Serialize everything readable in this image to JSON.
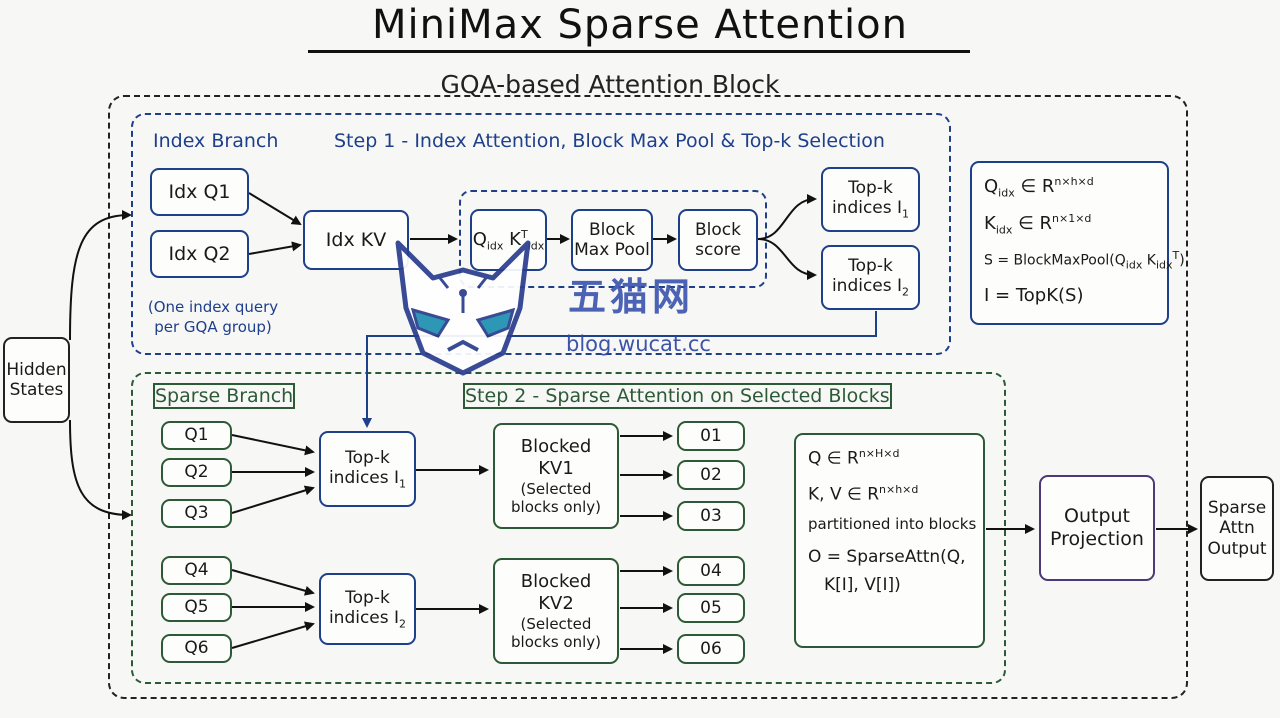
{
  "title": "MiniMax Sparse Attention",
  "block_label": "GQA-based Attention Block",
  "hidden_states": {
    "line1": "Hidden",
    "line2": "States"
  },
  "index_branch": {
    "label": "Index Branch",
    "step_label": "Step 1 - Index Attention, Block Max Pool & Top-k Selection",
    "idx_q1": "Idx Q1",
    "idx_q2": "Idx Q2",
    "idx_kv": "Idx KV",
    "note_line1": "(One index query",
    "note_line2": "per GQA group)",
    "qk": {
      "q": "Q",
      "q_sub": "idx",
      "k": "K",
      "k_sup": "T",
      "k_sub": "idx"
    },
    "block_max_pool": {
      "line1": "Block",
      "line2": "Max Pool"
    },
    "block_score": {
      "line1": "Block",
      "line2": "score"
    },
    "topk_1": {
      "line1": "Top-k",
      "line2": "indices I",
      "sub": "1"
    },
    "topk_2": {
      "line1": "Top-k",
      "line2": "indices I",
      "sub": "2"
    }
  },
  "index_formulas": {
    "q_line": {
      "sym": "Q",
      "sub": "idx",
      "rel": " ∈ R",
      "sup": "n×h×d"
    },
    "k_line": {
      "sym": "K",
      "sub": "idx",
      "rel": " ∈ R",
      "sup": "n×1×d"
    },
    "s_line": {
      "pre": "S = BlockMaxPool(Q",
      "sub1": "idx",
      "mid": " K",
      "sub2": "idx",
      "sup2": "T",
      "post": ")"
    },
    "i_line": "I = TopK(S)"
  },
  "sparse_branch": {
    "label": "Sparse Branch",
    "step_label": "Step 2 - Sparse Attention on Selected Blocks",
    "queries": [
      "Q1",
      "Q2",
      "Q3",
      "Q4",
      "Q5",
      "Q6"
    ],
    "topk_1": {
      "line1": "Top-k",
      "line2": "indices I",
      "sub": "1"
    },
    "topk_2": {
      "line1": "Top-k",
      "line2": "indices I",
      "sub": "2"
    },
    "kv1": {
      "line1": "Blocked",
      "line2": "KV1",
      "line3": "(Selected",
      "line4": "blocks only)"
    },
    "kv2": {
      "line1": "Blocked",
      "line2": "KV2",
      "line3": "(Selected",
      "line4": "blocks only)"
    },
    "outputs": [
      "01",
      "02",
      "03",
      "04",
      "05",
      "06"
    ]
  },
  "sparse_formulas": {
    "q_line": {
      "pre": "Q  ∈  R",
      "sup": "n×H×d"
    },
    "kv_line": {
      "pre": "K, V  ∈  R",
      "sup": "n×h×d"
    },
    "partition": "partitioned into blocks",
    "o_line1": "O = SparseAttn(Q,",
    "o_line2": "K[I], V[I])"
  },
  "output_projection": {
    "line1": "Output",
    "line2": "Projection"
  },
  "final_output": {
    "line1": "Sparse",
    "line2": "Attn",
    "line3": "Output"
  },
  "watermark": {
    "text": "五猫网",
    "url": "blog.wucat.cc"
  },
  "colors": {
    "index": "#1e3f8a",
    "sparse": "#2d5a36",
    "ink": "#222222",
    "projection": "#4a3a78"
  }
}
